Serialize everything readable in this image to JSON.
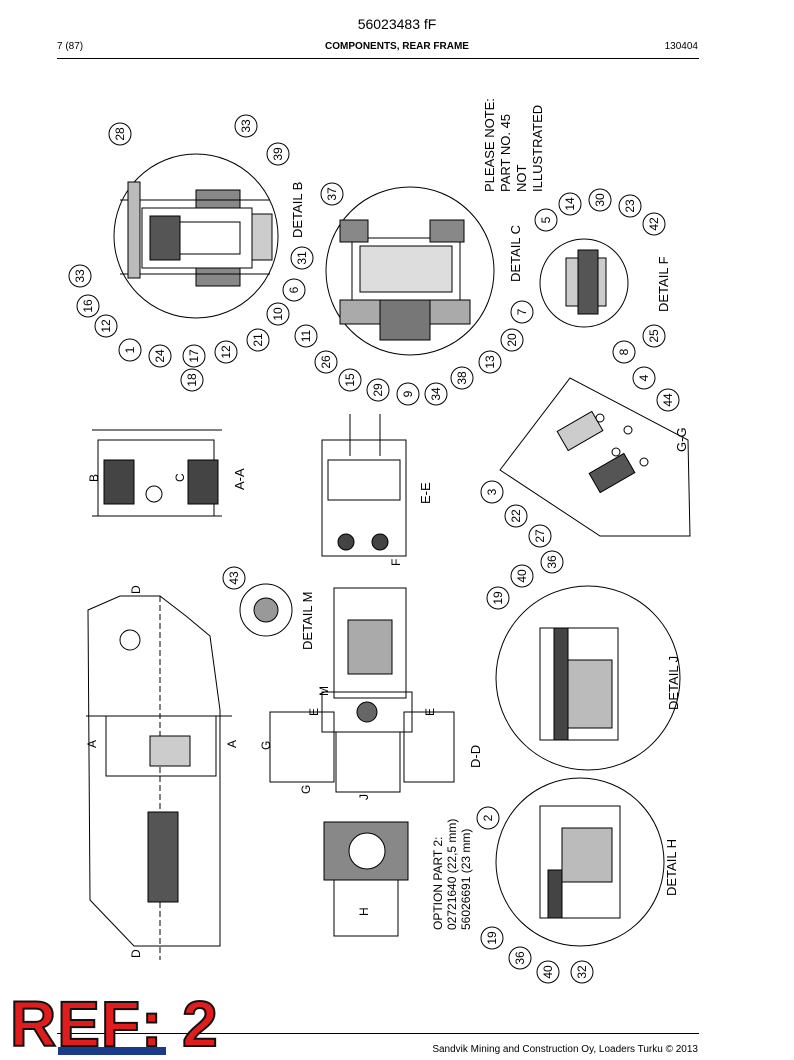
{
  "header": {
    "document_number": "56023483 fF",
    "page": "7 (87)",
    "title": "COMPONENTS, REAR FRAME",
    "date_code": "130404"
  },
  "details": {
    "b": "DETAIL B",
    "c": "DETAIL C",
    "f": "DETAIL F",
    "m": "DETAIL M",
    "j": "DETAIL J",
    "h": "DETAIL H",
    "gg": "G-G",
    "aa": "A-A",
    "ee": "E-E",
    "dd": "D-D"
  },
  "note": {
    "line1": "PLEASE NOTE:",
    "line2": "PART NO. 45",
    "line3": "NOT",
    "line4": "ILLUSTRATED"
  },
  "option": {
    "line1": "OPTION PART 2:",
    "line2": "02721640 (22,5 mm)",
    "line3": "56026691 (23 mm)"
  },
  "section_letters": {
    "a": "A",
    "b": "B",
    "c": "C",
    "d": "D",
    "e": "E",
    "f": "F",
    "g": "G",
    "h": "H",
    "j": "J",
    "m": "M"
  },
  "balloons": [
    "28",
    "33",
    "39",
    "37",
    "16",
    "12",
    "1",
    "24",
    "17",
    "18",
    "12",
    "21",
    "10",
    "6",
    "31",
    "11",
    "26",
    "15",
    "29",
    "9",
    "34",
    "38",
    "13",
    "20",
    "7",
    "5",
    "14",
    "30",
    "23",
    "42",
    "8",
    "25",
    "4",
    "44",
    "3",
    "22",
    "27",
    "43",
    "19",
    "40",
    "36",
    "2",
    "19",
    "36",
    "40",
    "32",
    "33"
  ],
  "footer": {
    "copyright": "Sandvik Mining and Construction Oy, Loaders Turku © 2013"
  },
  "stamp": {
    "text": "REF: 2"
  }
}
